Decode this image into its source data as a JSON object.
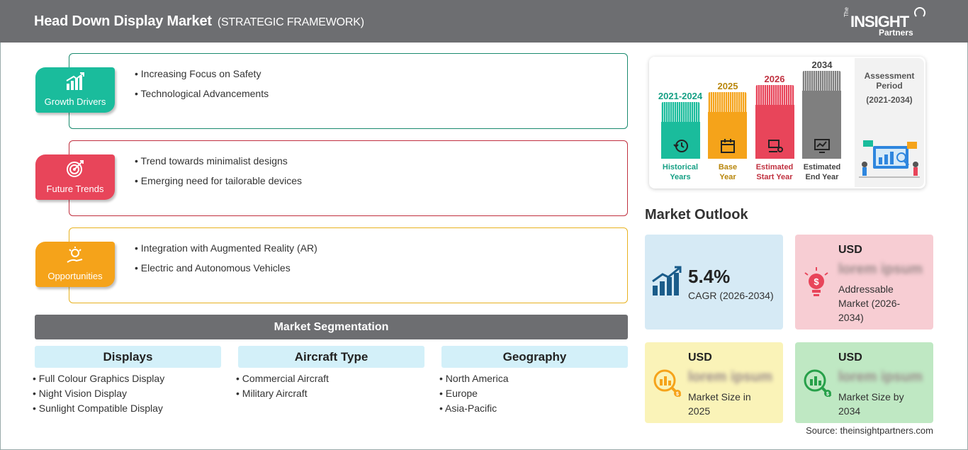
{
  "header": {
    "title": "Head Down Display Market",
    "subtitle": "(STRATEGIC FRAMEWORK)",
    "logo": {
      "the": "The",
      "insight": "INSIGHT",
      "partners": "Partners"
    }
  },
  "drivers": [
    {
      "tag": "Growth Drivers",
      "color": "#1abc9c",
      "border": "#1a8a6e",
      "items": [
        "Increasing Focus on Safety",
        "Technological Advancements"
      ]
    },
    {
      "tag": "Future Trends",
      "color": "#e8455a",
      "border": "#c0303f",
      "items": [
        "Trend towards minimalist designs",
        "Emerging need for tailorable devices"
      ]
    },
    {
      "tag": "Opportunities",
      "color": "#f5a31a",
      "border": "#e8b220",
      "items": [
        "Integration with Augmented Reality (AR)",
        "Electric and Autonomous Vehicles"
      ]
    }
  ],
  "segmentation": {
    "title": "Market Segmentation",
    "columns": [
      {
        "header": "Displays",
        "items": [
          "Full Colour Graphics Display",
          "Night Vision Display",
          "Sunlight Compatible Display"
        ]
      },
      {
        "header": "Aircraft Type",
        "items": [
          "Commercial Aircraft",
          "Military Aircraft"
        ]
      },
      {
        "header": "Geography",
        "items": [
          "North America",
          "Europe",
          "Asia-Pacific"
        ]
      }
    ]
  },
  "timeline": {
    "periods": [
      {
        "year": "2021-2024",
        "label_line1": "Historical",
        "label_line2": "Years",
        "color": "#1abc9c",
        "text_color": "#16a085",
        "icon": "history-icon"
      },
      {
        "year": "2025",
        "label_line1": "Base",
        "label_line2": "Year",
        "color": "#f5a31a",
        "text_color": "#b8860b",
        "icon": "calendar-icon"
      },
      {
        "year": "2026",
        "label_line1": "Estimated",
        "label_line2": "Start Year",
        "color": "#e8455a",
        "text_color": "#c0303f",
        "icon": "presentation-icon"
      },
      {
        "year": "2034",
        "label_line1": "Estimated",
        "label_line2": "End Year",
        "color": "#7f7f7f",
        "text_color": "#444444",
        "icon": "monitor-chart-icon"
      }
    ],
    "assessment_title": "Assessment Period",
    "assessment_range": "(2021-2034)"
  },
  "outlook": {
    "title": "Market Outlook",
    "cagr": {
      "value": "5.4%",
      "label": "CAGR (2026-2034)",
      "bg": "#d6eaf5"
    },
    "addressable": {
      "usd": "USD",
      "value": "lorem ipsum",
      "label": "Addressable Market (2026-2034)",
      "bg": "#f7cdd3"
    },
    "size_2025": {
      "usd": "USD",
      "value": "lorem ipsum",
      "label": "Market Size in 2025",
      "bg": "#faf3b8"
    },
    "size_2034": {
      "usd": "USD",
      "value": "lorem ipsum",
      "label": "Market Size by 2034",
      "bg": "#bfe8c3"
    }
  },
  "source": "Source: theinsightpartners.com"
}
